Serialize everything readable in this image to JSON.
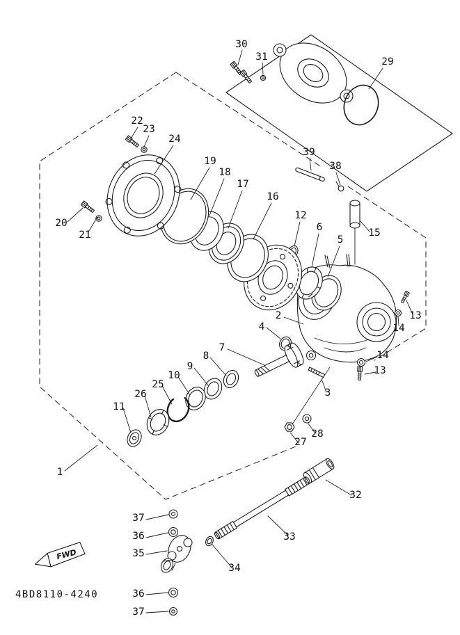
{
  "diagram": {
    "part_code": "4BD8110-4240",
    "fwd_label": "FWD",
    "line_color": "#1c1c1c",
    "background_color": "#ffffff",
    "callouts": [
      {
        "label": "30"
      },
      {
        "label": "31"
      },
      {
        "label": "29"
      },
      {
        "label": "22"
      },
      {
        "label": "23"
      },
      {
        "label": "24"
      },
      {
        "label": "19"
      },
      {
        "label": "18"
      },
      {
        "label": "17"
      },
      {
        "label": "16"
      },
      {
        "label": "39"
      },
      {
        "label": "38"
      },
      {
        "label": "20"
      },
      {
        "label": "21"
      },
      {
        "label": "12"
      },
      {
        "label": "6"
      },
      {
        "label": "5"
      },
      {
        "label": "15"
      },
      {
        "label": "13"
      },
      {
        "label": "14"
      },
      {
        "label": "2"
      },
      {
        "label": "4"
      },
      {
        "label": "7"
      },
      {
        "label": "14"
      },
      {
        "label": "13"
      },
      {
        "label": "3"
      },
      {
        "label": "8"
      },
      {
        "label": "9"
      },
      {
        "label": "10"
      },
      {
        "label": "25"
      },
      {
        "label": "26"
      },
      {
        "label": "11"
      },
      {
        "label": "28"
      },
      {
        "label": "27"
      },
      {
        "label": "1"
      },
      {
        "label": "32"
      },
      {
        "label": "33"
      },
      {
        "label": "37"
      },
      {
        "label": "36"
      },
      {
        "label": "35"
      },
      {
        "label": "34"
      },
      {
        "label": "36"
      },
      {
        "label": "37"
      }
    ]
  }
}
